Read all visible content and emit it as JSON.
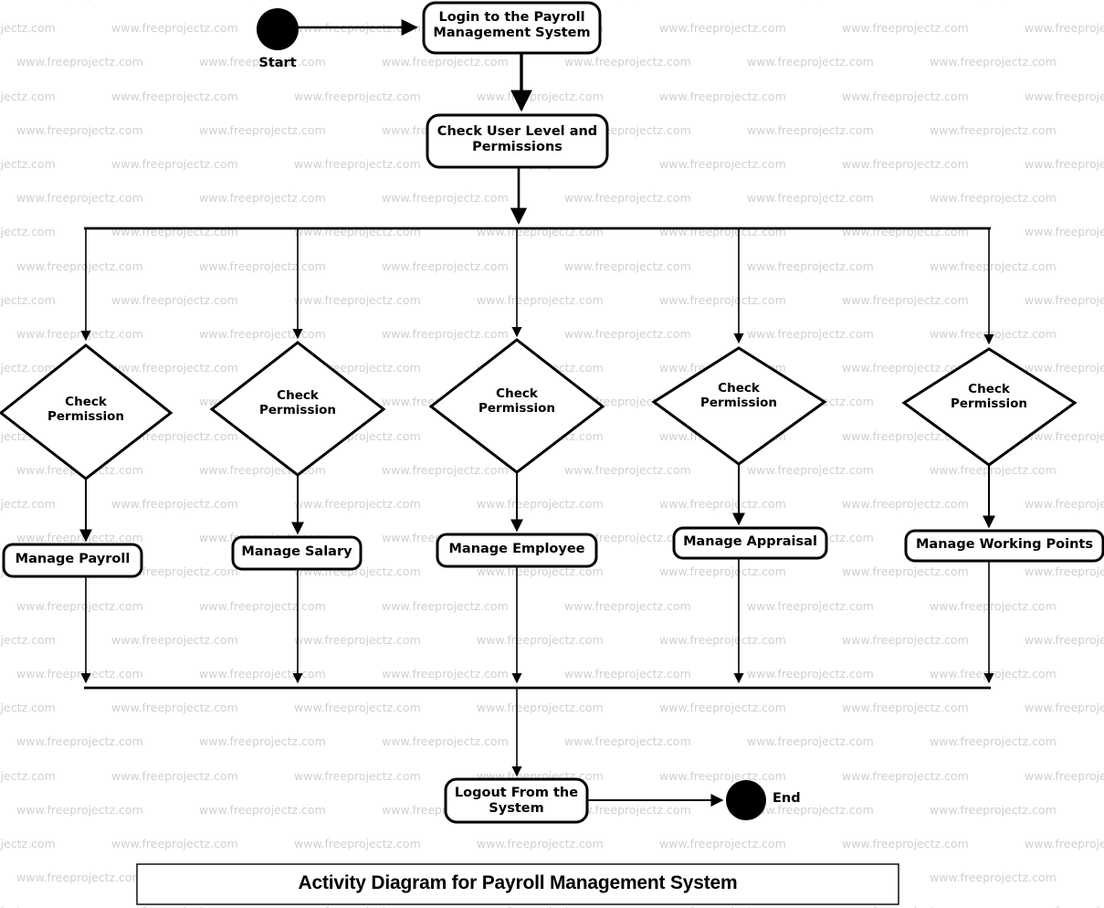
{
  "diagram": {
    "title": "Activity Diagram for Payroll Management System",
    "type": "uml-activity-diagram",
    "watermark_text": "www.freeprojectz.com",
    "colors": {
      "stroke": "#000000",
      "fill": "#ffffff",
      "watermark": "#d0d0d0",
      "text": "#000000"
    },
    "start_label": "Start",
    "end_label": "End",
    "nodes": {
      "login": "Login to the Payroll\nManagement System",
      "check_user": "Check User Level and\nPermissions",
      "logout": "Logout From the\nSystem"
    },
    "decisions": [
      {
        "label": "Check\nPermission"
      },
      {
        "label": "Check\nPermission"
      },
      {
        "label": "Check\nPermission"
      },
      {
        "label": "Check\nPermission"
      },
      {
        "label": "Check\nPermission"
      }
    ],
    "actions": [
      {
        "label": "Manage Payroll"
      },
      {
        "label": "Manage Salary"
      },
      {
        "label": "Manage Employee"
      },
      {
        "label": "Manage Appraisal"
      },
      {
        "label": "Manage Working Points"
      }
    ]
  }
}
